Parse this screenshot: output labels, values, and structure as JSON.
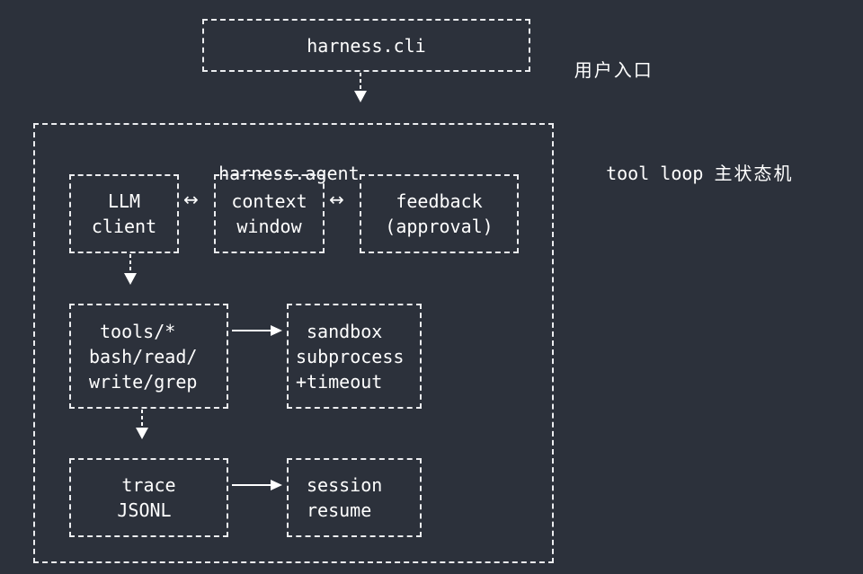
{
  "cli_box": {
    "label": "harness.cli"
  },
  "cli_note": {
    "prefix": "",
    "cjk": "用户入口"
  },
  "agent_box": {
    "title": "harness.agent"
  },
  "agent_note": {
    "prefix": "tool loop ",
    "cjk": "主状态机"
  },
  "llm_box": {
    "line1": "LLM",
    "line2": "client"
  },
  "context_box": {
    "line1": "context",
    "line2": "window"
  },
  "feedback_box": {
    "line1": "feedback",
    "line2": "(approval)"
  },
  "tools_box": {
    "line1": "tools/*",
    "line2": "bash/read/",
    "line3": "write/grep"
  },
  "sandbox_box": {
    "line1": "sandbox",
    "line2": "subprocess",
    "line3": "+timeout"
  },
  "trace_box": {
    "line1": "trace",
    "line2": "JSONL"
  },
  "session_box": {
    "line1": "session",
    "line2": "resume"
  },
  "connectors": {
    "bidirectional": "↔"
  }
}
